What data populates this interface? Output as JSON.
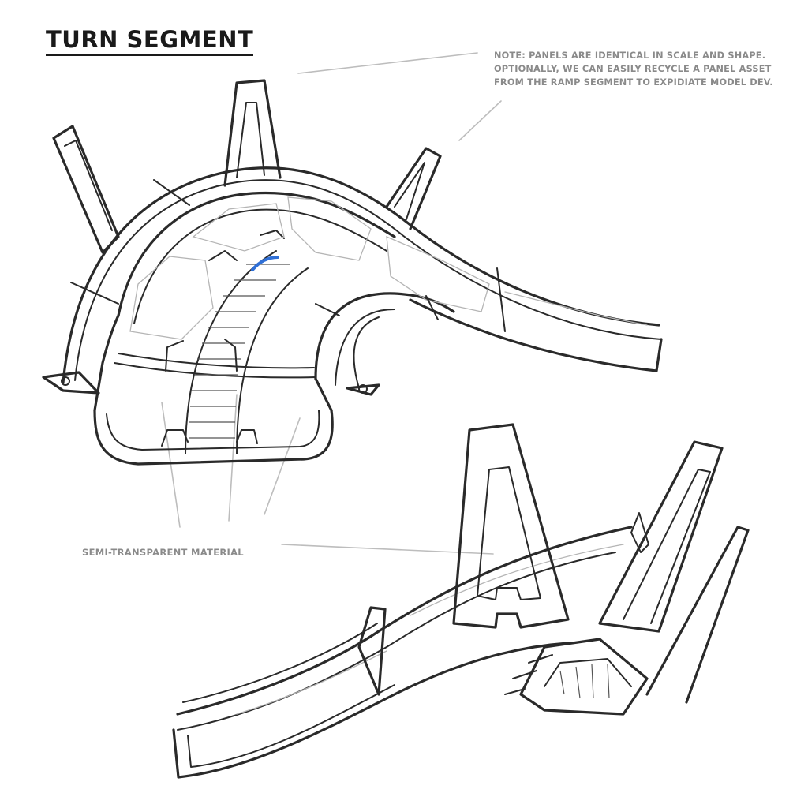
{
  "title": "TURN SEGMENT",
  "note": {
    "lines": [
      "NOTE: PANELS ARE IDENTICAL IN SCALE AND SHAPE.",
      "OPTIONALLY, WE CAN EASILY RECYCLE A PANEL ASSET",
      "FROM THE RAMP SEGMENT TO EXPIDIATE MODEL DEV."
    ]
  },
  "callout": {
    "label": "SEMI-TRANSPARENT MATERIAL"
  },
  "colors": {
    "ink": "#2a2a2a",
    "annotation": "#8a8a8a",
    "accent": "#2f6fd6"
  }
}
